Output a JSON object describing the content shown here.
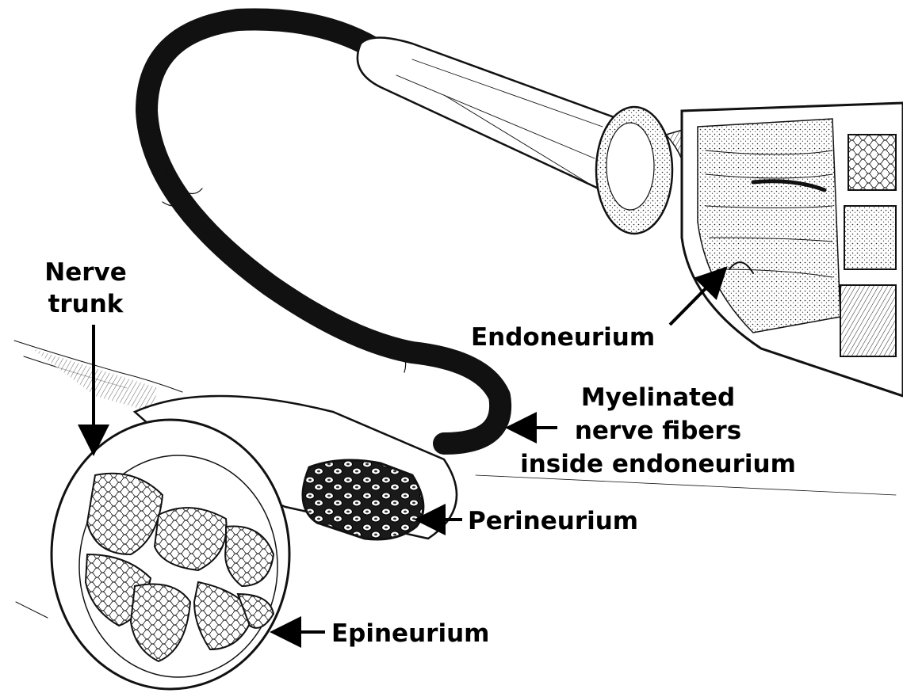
{
  "labels": {
    "nerve_trunk_line1": "Nerve",
    "nerve_trunk_line2": "trunk",
    "endoneurium": "Endoneurium",
    "myelinated_line1": "Myelinated",
    "myelinated_line2": "nerve fibers",
    "myelinated_line3": "inside endoneurium",
    "perineurium": "Perineurium",
    "epineurium": "Epineurium"
  },
  "colors": {
    "ink": "#111111",
    "background": "#ffffff"
  }
}
